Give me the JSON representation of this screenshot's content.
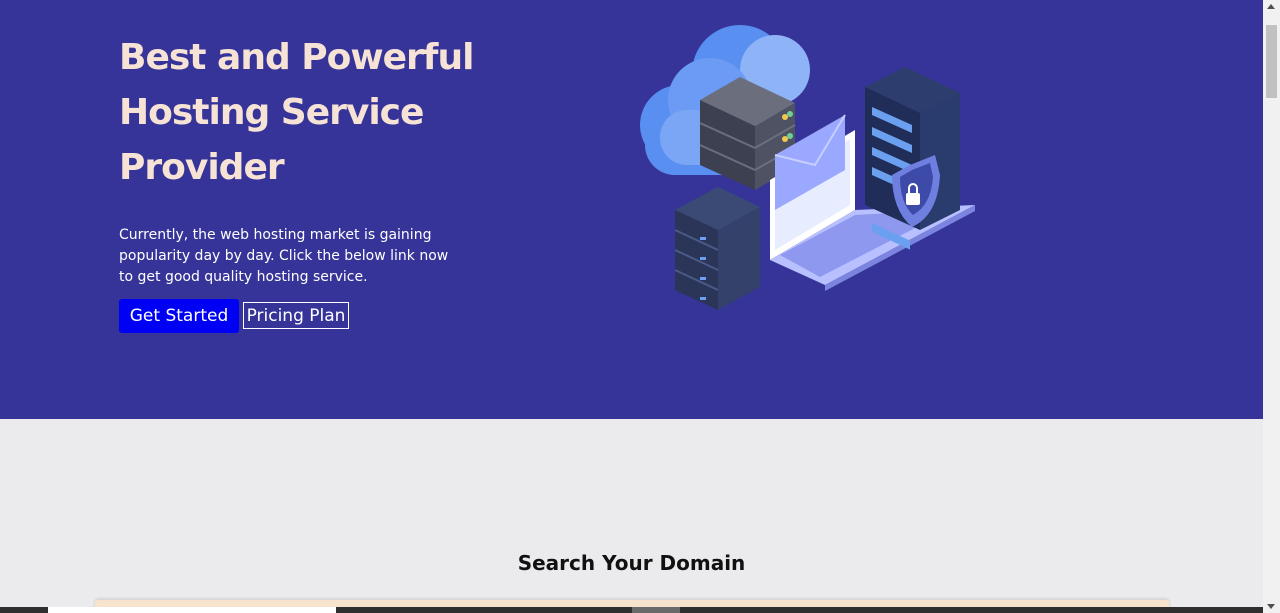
{
  "hero": {
    "title_lines": [
      "Best and Powerful",
      "Hosting Service",
      "Provider"
    ],
    "description": "Currently, the web hosting market is gaining popularity day by day. Click the below link now to get good quality hosting service.",
    "primary_button": "Get Started",
    "secondary_button": "Pricing Plan",
    "illustration_icon": "hosting-illustration-icon"
  },
  "domain_section": {
    "title": "Search Your Domain"
  },
  "colors": {
    "hero_background": "#363498",
    "hero_title": "#f6e3d6",
    "primary_button": "#0000f5",
    "page_background": "#ebebee"
  }
}
